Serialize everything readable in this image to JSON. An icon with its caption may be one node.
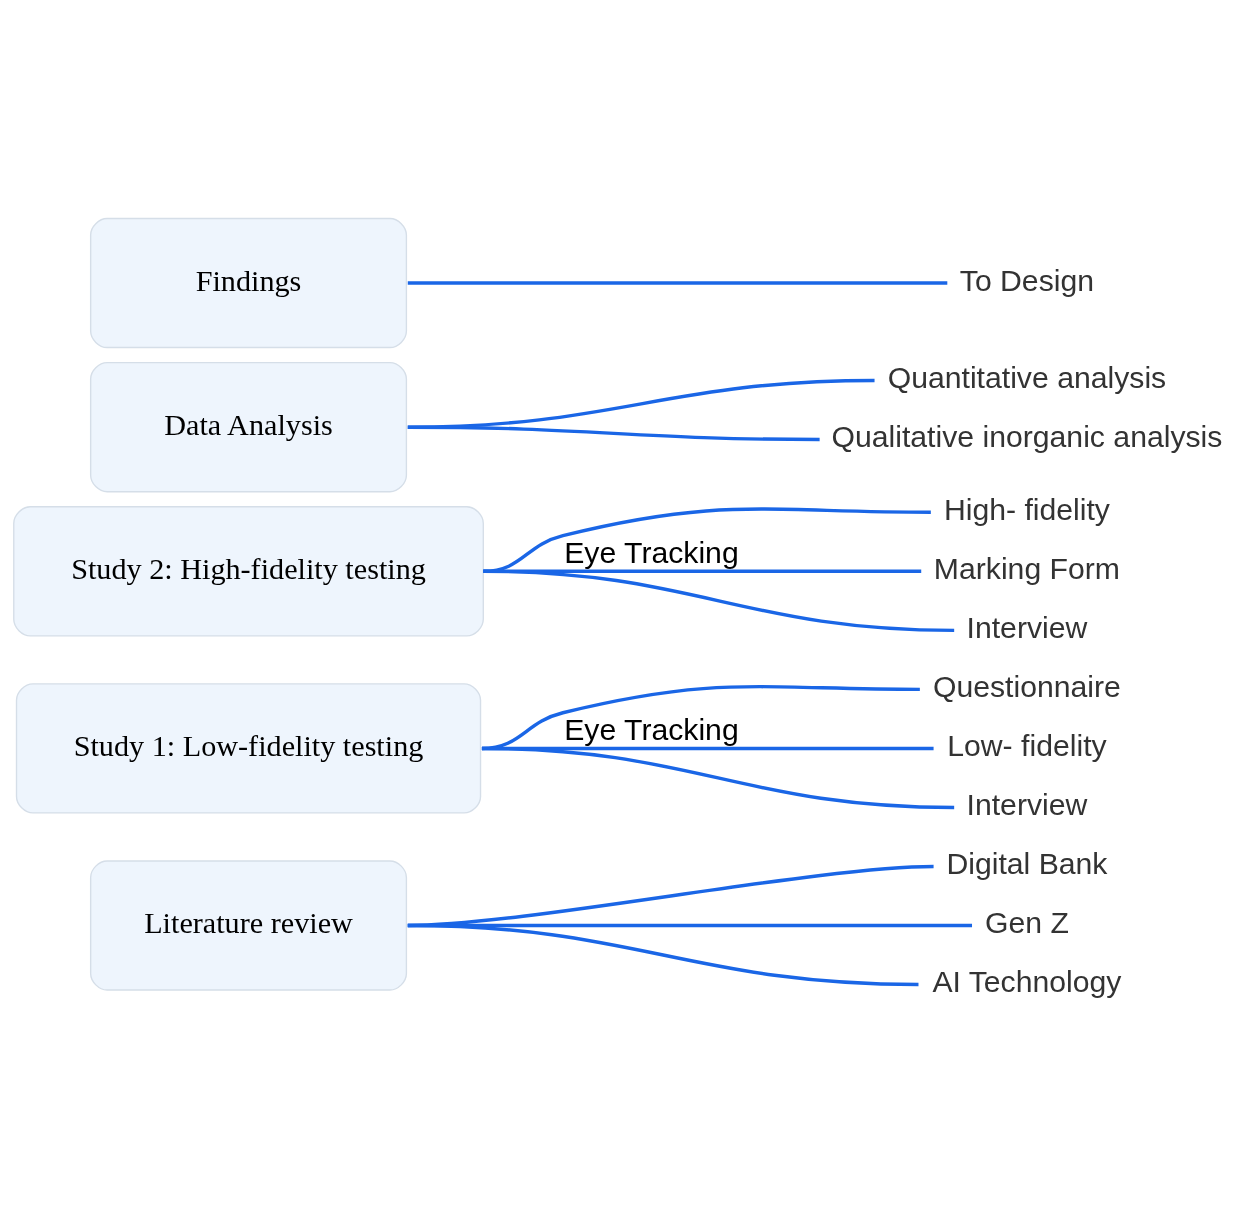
{
  "diagram": {
    "nodes": [
      {
        "text": [
          "Literature review"
        ]
      },
      {
        "text": [
          "Digital Bank"
        ]
      },
      {
        "text": [
          "Gen Z"
        ]
      },
      {
        "text": [
          "AI Technology"
        ]
      },
      {
        "text": [
          "Study 1: Low-fidelity testing"
        ]
      },
      {
        "text": [
          "Questionnaire"
        ]
      },
      {
        "text": [
          "Low- fidelity"
        ]
      },
      {
        "text": [
          "Interview"
        ]
      },
      {
        "text": [
          "Study 2: High-fidelity testing"
        ]
      },
      {
        "text": [
          "High- fidelity"
        ]
      },
      {
        "text": [
          "Marking Form"
        ]
      },
      {
        "text": [
          "Interview"
        ]
      },
      {
        "text": [
          "Data Analysis"
        ]
      },
      {
        "text": [
          "Quantitative analysis"
        ]
      },
      {
        "text": [
          "Qualitative inorganic analysis"
        ]
      },
      {
        "text": [
          "Findings"
        ]
      },
      {
        "text": [
          "To Design"
        ]
      }
    ],
    "edges": [
      {
        "from": 0,
        "to": 1,
        "arrow": "none"
      },
      {
        "from": 0,
        "to": 2,
        "arrow": "none"
      },
      {
        "from": 0,
        "to": 3,
        "arrow": "none"
      },
      {
        "from": 4,
        "to": 5,
        "arrow": "none"
      },
      {
        "from": 4,
        "to": 6,
        "arrow": "none",
        "label": "Eye Tracking"
      },
      {
        "from": 4,
        "to": 7,
        "arrow": "none"
      },
      {
        "from": 8,
        "to": 9,
        "arrow": "none"
      },
      {
        "from": 8,
        "to": 10,
        "arrow": "none",
        "label": "Eye Tracking"
      },
      {
        "from": 8,
        "to": 11,
        "arrow": "none"
      },
      {
        "from": 12,
        "to": 13,
        "arrow": "none"
      },
      {
        "from": 12,
        "to": 14,
        "arrow": "none"
      },
      {
        "from": 15,
        "to": 16,
        "arrow": "none"
      }
    ]
  }
}
